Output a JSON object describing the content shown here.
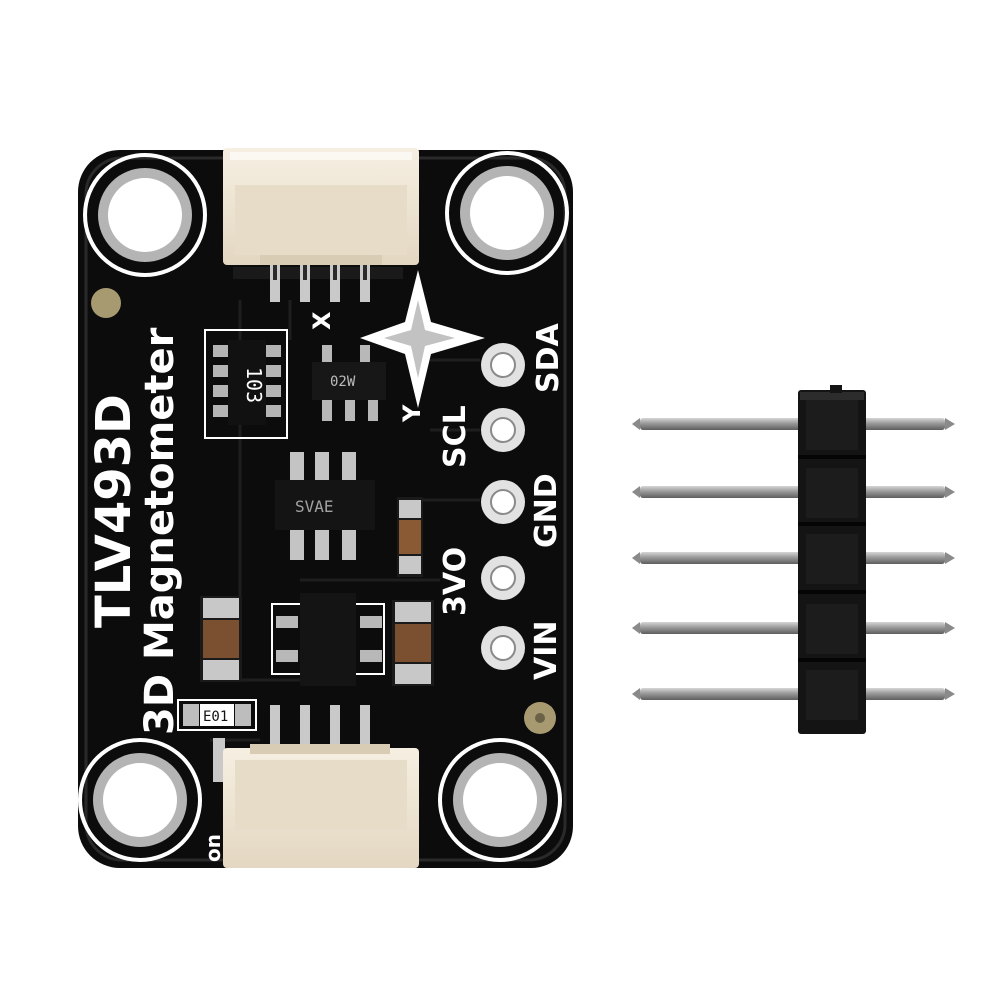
{
  "board": {
    "name": "TLV493D",
    "subtitle": "3D Magnetometer",
    "pins": [
      "SDA",
      "SCL",
      "GND",
      "3VO",
      "VIN"
    ],
    "axis_x": "X",
    "axis_y": "Y",
    "on_label": "on",
    "resistor_code": "103",
    "led_code": "E01",
    "sensor_code": "02W",
    "regulator_code": "SVAE"
  },
  "colors": {
    "pcb": "#0c0c0c",
    "silk": "#ffffff",
    "gold": "#a89a70",
    "connector": "#eee4d2",
    "header": "#141414",
    "pin_metal": "#a8a8a8"
  }
}
